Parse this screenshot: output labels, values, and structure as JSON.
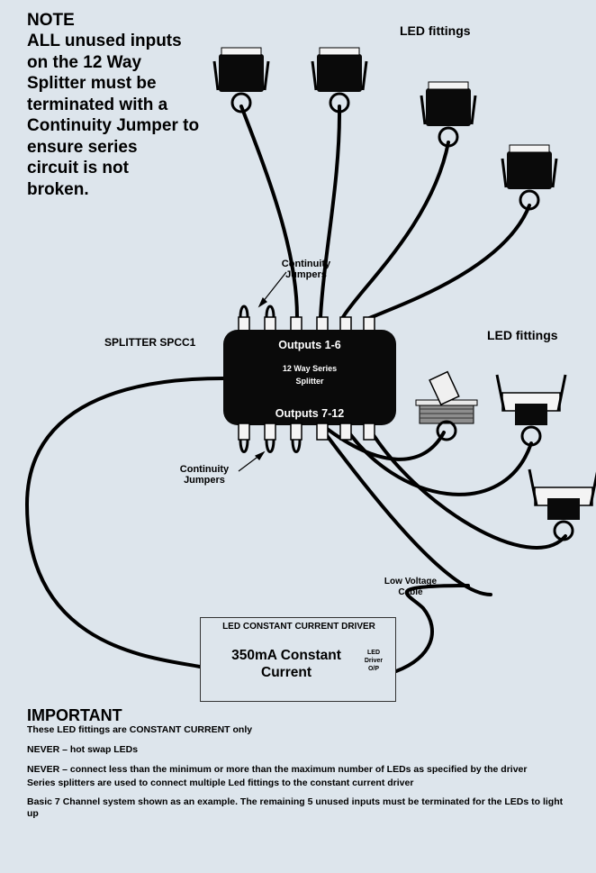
{
  "note": {
    "title": "NOTE",
    "lines": [
      "ALL unused inputs",
      "on the 12 Way",
      "Splitter must be",
      "terminated with a",
      "Continuity Jumper to",
      "ensure series",
      "circuit is not",
      "broken."
    ]
  },
  "labels": {
    "led_fittings_top": "LED fittings",
    "led_fittings_right": "LED fittings",
    "splitter_name": "SPLITTER SPCC1",
    "jumpers_top": [
      "Continuity",
      "Jumpers"
    ],
    "jumpers_bottom": [
      "Continuity",
      "Jumpers"
    ],
    "low_voltage_cable": [
      "Low Voltage",
      "Cable"
    ]
  },
  "splitter": {
    "outputs_top": "Outputs 1-6",
    "title_line1": "12 Way Series",
    "title_line2": "Splitter",
    "outputs_bottom": "Outputs 7-12"
  },
  "driver": {
    "title": "LED CONSTANT CURRENT DRIVER",
    "main_line1": "350mA Constant",
    "main_line2": "Current",
    "op_lines": [
      "LED",
      "Driver",
      "O/P"
    ]
  },
  "important": {
    "title": "IMPORTANT",
    "subtitle": "These LED fittings are CONSTANT CURRENT only",
    "items": [
      "NEVER – hot swap LEDs",
      "NEVER – connect less than the minimum or more than the maximum number of LEDs as specified by the driver",
      "Series splitters are used to connect multiple Led fittings to the constant current driver",
      "Basic 7 Channel system shown as an example. The remaining 5 unused inputs must be terminated for the LEDs to light up"
    ]
  },
  "colors": {
    "background": "#dde5ec",
    "device": "#0a0a0a",
    "cable": "#000000",
    "text_on_device": "#ffffff"
  }
}
